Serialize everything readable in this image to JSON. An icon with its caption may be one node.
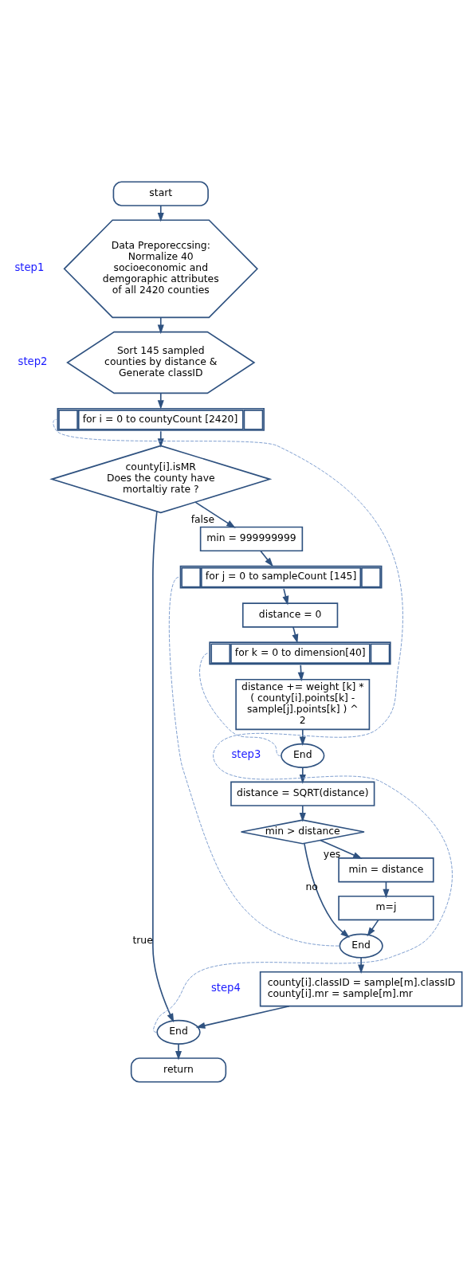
{
  "diagram": {
    "nodes": [
      {
        "text": [
          "start"
        ]
      },
      {
        "text": [
          "Data Preporeccsing: Normalize 40 socioeconomic and demgoraphic attributes of all 2420 counties"
        ],
        "beside": [
          "step1"
        ]
      },
      {
        "text": [
          "Sort 145 sampled counties by distance & Generate classID"
        ],
        "beside": [
          "step2"
        ]
      },
      {
        "text": [
          "for i = 0 to countyCount [2420]"
        ]
      },
      {
        "text": [
          "county[i].isMR",
          "Does the county have mortaltiy rate ?"
        ]
      },
      {
        "text": [
          "min = 999999999"
        ]
      },
      {
        "text": [
          "for j = 0 to sampleCount [145]"
        ]
      },
      {
        "text": [
          "distance = 0"
        ]
      },
      {
        "text": [
          "for k = 0 to dimension[40]"
        ]
      },
      {
        "text": [
          "distance += weight [k] * ( county[i].points[k] - sample[j].points[k] ) ^ 2"
        ]
      },
      {
        "text": [
          "End"
        ]
      },
      {
        "text": [
          "distance = SQRT(distance)"
        ]
      },
      {
        "text": [
          "min > distance"
        ]
      },
      {
        "text": [
          "min = distance"
        ]
      },
      {
        "text": [
          "m=j"
        ]
      },
      {
        "text": [
          "End"
        ]
      },
      {
        "text": [
          "county[i].classID = sample[m].classID",
          "county[i].mr = sample[m].mr"
        ],
        "beside": [
          "step4"
        ]
      },
      {
        "text": [
          "End"
        ]
      },
      {
        "text": [
          "return"
        ]
      }
    ],
    "edges": [
      {
        "from": 0,
        "to": 1,
        "arrow": "to"
      },
      {
        "from": 1,
        "to": 2,
        "arrow": "to"
      },
      {
        "from": 2,
        "to": 3,
        "arrow": "to"
      },
      {
        "from": 3,
        "to": 4,
        "arrow": "to"
      },
      {
        "from": 4,
        "to": 5,
        "arrow": "to",
        "label": "false"
      },
      {
        "from": 4,
        "to": 17,
        "arrow": "to",
        "label": "true"
      },
      {
        "from": 5,
        "to": 6,
        "arrow": "to"
      },
      {
        "from": 6,
        "to": 7,
        "arrow": "to"
      },
      {
        "from": 7,
        "to": 8,
        "arrow": "to"
      },
      {
        "from": 8,
        "to": 9,
        "arrow": "to"
      },
      {
        "from": 9,
        "to": 10,
        "arrow": "to"
      },
      {
        "from": 10,
        "to": 8,
        "arrow": "none",
        "style": "dashed",
        "color": "#7f9fcf"
      },
      {
        "from": 10,
        "to": 11,
        "arrow": "to"
      },
      {
        "from": 11,
        "to": 12,
        "arrow": "to"
      },
      {
        "from": 12,
        "to": 13,
        "arrow": "to",
        "label": "yes"
      },
      {
        "from": 12,
        "to": 15,
        "arrow": "to",
        "label": "no"
      },
      {
        "from": 13,
        "to": 14,
        "arrow": "to"
      },
      {
        "from": 14,
        "to": 15,
        "arrow": "to"
      },
      {
        "from": 15,
        "to": 6,
        "arrow": "none",
        "style": "dashed",
        "color": "#7f9fcf"
      },
      {
        "from": 15,
        "to": 16,
        "arrow": "to"
      },
      {
        "from": 16,
        "to": 17,
        "arrow": "to"
      },
      {
        "from": 17,
        "to": 3,
        "arrow": "none",
        "style": "dashed",
        "color": "#7f9fcf"
      },
      {
        "from": 17,
        "to": 18,
        "arrow": "to"
      }
    ],
    "labels": [
      "step3"
    ]
  }
}
